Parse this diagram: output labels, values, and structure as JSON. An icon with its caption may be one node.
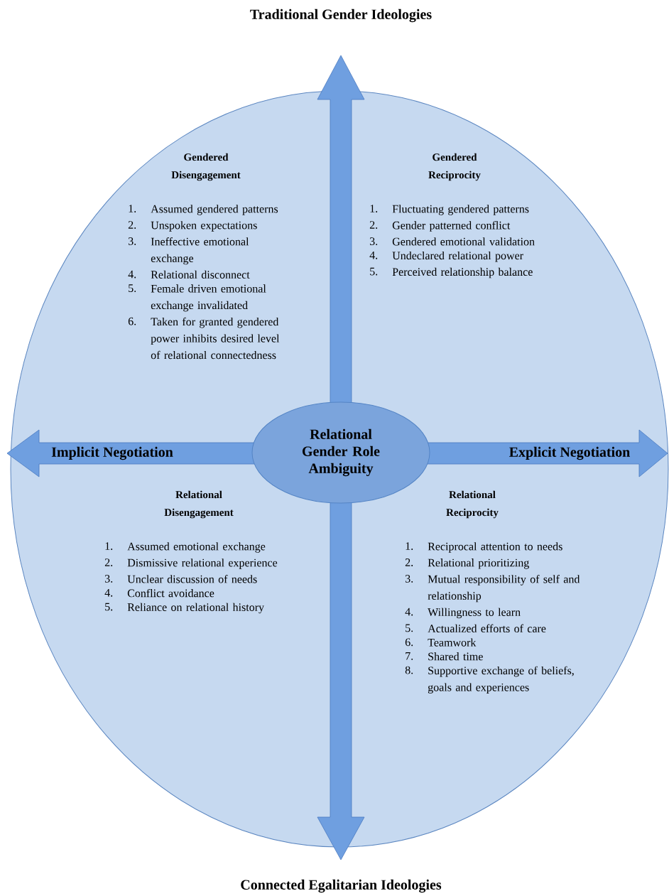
{
  "diagram": {
    "nodes": [
      {
        "text": [
          "Relational Gender Role Ambiguity"
        ]
      }
    ],
    "labels": [
      "Traditional Gender Ideologies",
      "Gendered Disengagement",
      "1.",
      "Assumed gendered patterns",
      "2.",
      "Unspoken expectations",
      "3.",
      "Ineffective emotional exchange",
      "4.",
      "Relational disconnect",
      "5.",
      "Female driven emotional exchange invalidated",
      "6.",
      "Taken for granted gendered power inhibits desired level of relational connectedness",
      "Gendered Reciprocity",
      "1.",
      "Fluctuating gendered patterns",
      "2.",
      "Gender patterned conflict",
      "3.",
      "Gendered emotional validation",
      "4.",
      "Undeclared relational power",
      "5.",
      "Perceived relationship balance",
      "Implicit Negotiation",
      "Explicit Negotiation",
      "Relational Disengagement",
      "1.",
      "Assumed emotional exchange",
      "2.",
      "Dismissive relational experience",
      "3.",
      "Unclear discussion of needs",
      "4.",
      "Conflict avoidance",
      "5.",
      "Reliance on relational history",
      "Relational Reciprocity",
      "1.",
      "Reciprocal attention to needs",
      "2.",
      "Relational prioritizing",
      "3.",
      "Mutual responsibility of self and relationship",
      "4.",
      "Willingness to learn",
      "5.",
      "Actualized efforts of care",
      "6.",
      "Teamwork",
      "7.",
      "Shared time",
      "8.",
      "Supportive exchange of beliefs, goals and experiences",
      "Connected Egalitarian Ideologies"
    ]
  }
}
